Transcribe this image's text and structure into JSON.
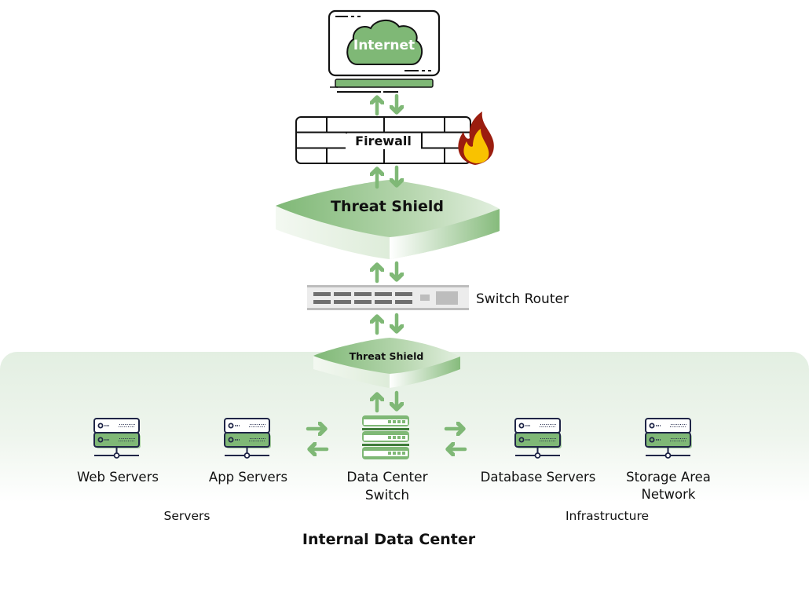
{
  "diagram": {
    "title": "Internal Data Center",
    "colors": {
      "accent_green": "#7fb876",
      "dark_green": "#3f7c3a",
      "outline": "#1f2547",
      "flame_outer": "#9b1d0f",
      "flame_inner": "#f9c200",
      "panel_bg": "#e6f0e4"
    },
    "nodes": {
      "internet": {
        "label": "Internet",
        "icon": "cloud-monitor-icon"
      },
      "firewall": {
        "label": "Firewall",
        "icon": "brick-wall-flame-icon"
      },
      "threat_shield_top": {
        "label": "Threat Shield",
        "icon": "shield-platform-icon"
      },
      "switch_router": {
        "label": "Switch Router",
        "icon": "switch-router-icon"
      },
      "threat_shield_bottom": {
        "label": "Threat Shield",
        "icon": "shield-platform-icon"
      },
      "data_center_switch": {
        "label_line1": "Data Center",
        "label_line2": "Switch",
        "icon": "server-stack-icon"
      },
      "web_servers": {
        "label": "Web Servers",
        "icon": "server-icon"
      },
      "app_servers": {
        "label": "App Servers",
        "icon": "server-icon"
      },
      "database_servers": {
        "label": "Database Servers",
        "icon": "server-icon"
      },
      "storage_area_network": {
        "label_line1": "Storage Area",
        "label_line2": "Network",
        "icon": "server-icon"
      }
    },
    "groups": {
      "servers": "Servers",
      "infrastructure": "Infrastructure"
    },
    "connections": [
      {
        "from": "internet",
        "to": "firewall",
        "direction": "bidirectional"
      },
      {
        "from": "firewall",
        "to": "threat_shield_top",
        "direction": "bidirectional"
      },
      {
        "from": "threat_shield_top",
        "to": "switch_router",
        "direction": "bidirectional"
      },
      {
        "from": "switch_router",
        "to": "threat_shield_bottom",
        "direction": "bidirectional"
      },
      {
        "from": "threat_shield_bottom",
        "to": "data_center_switch",
        "direction": "bidirectional"
      },
      {
        "from": "data_center_switch",
        "to": "app_servers",
        "direction": "bidirectional"
      },
      {
        "from": "data_center_switch",
        "to": "database_servers",
        "direction": "bidirectional"
      }
    ]
  }
}
